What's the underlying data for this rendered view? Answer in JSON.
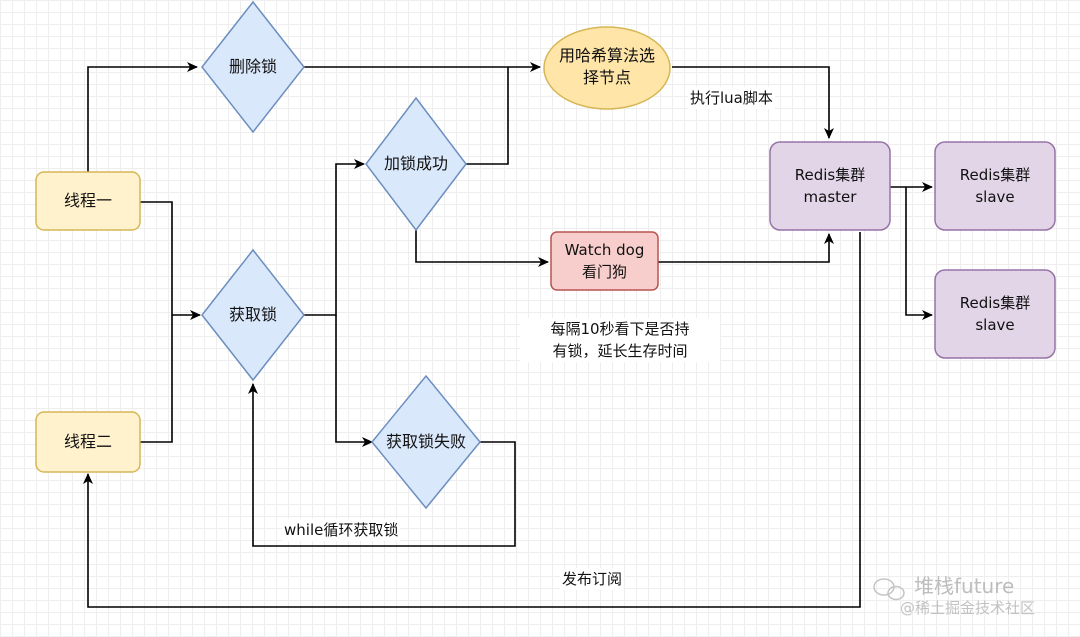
{
  "nodes": {
    "thread1": "线程一",
    "thread2": "线程二",
    "delete_lock": "删除锁",
    "acquire_lock": "获取锁",
    "lock_success": "加锁成功",
    "lock_fail": "获取锁失败",
    "hash_select_line1": "用哈希算法选",
    "hash_select_line2": "择节点",
    "watchdog_line1": "Watch dog",
    "watchdog_line2": "看门狗",
    "redis_master_line1": "Redis集群",
    "redis_master_line2": "master",
    "redis_slave1_line1": "Redis集群",
    "redis_slave1_line2": "slave",
    "redis_slave2_line1": "Redis集群",
    "redis_slave2_line2": "slave"
  },
  "edge_labels": {
    "exec_lua": "执行lua脚本",
    "watchdog_note_line1": "每隔10秒看下是否持",
    "watchdog_note_line2": "有锁，延长生存时间",
    "while_loop": "while循环获取锁",
    "pubsub": "发布订阅"
  },
  "watermark": {
    "line1": "堆栈future",
    "line2": "@稀土掘金技术社区"
  },
  "colors": {
    "thread_fill": "#fff2cc",
    "thread_stroke": "#d6b656",
    "decision_fill": "#dae8fc",
    "decision_stroke": "#6c8ebf",
    "hash_fill": "#ffe6a8",
    "hash_stroke": "#d6b656",
    "watchdog_fill": "#f8cecc",
    "watchdog_stroke": "#b85450",
    "redis_fill": "#e1d5e7",
    "redis_stroke": "#9673a6",
    "edge": "#000000"
  }
}
